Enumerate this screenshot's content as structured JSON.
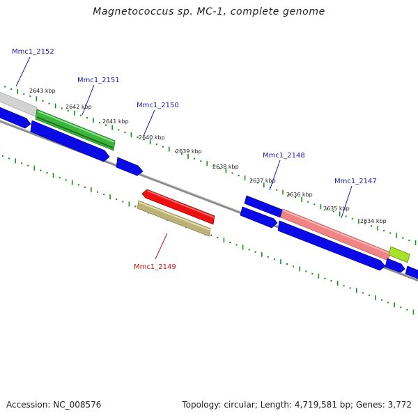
{
  "title": "Magnetococcus sp. MC-1, complete genome",
  "footer": {
    "accession": "Accession: NC_008576",
    "summary": "Topology: circular; Length: 4,719,581 bp; Genes: 3,772"
  },
  "colors": {
    "backbone": "#808080",
    "tick": "#1f8a1f",
    "blue_gene": "#0a0ae6",
    "label_blue": "#1a1aa8",
    "label_red": "#cc1111"
  },
  "scale_labels": [
    "2643 kbp",
    "2642 kbp",
    "2641 kbp",
    "2640 kbp",
    "2639 kbp",
    "2638 kbp",
    "2637 kbp",
    "2636 kbp",
    "2635 kbp",
    "2634 kbp"
  ],
  "genes": [
    {
      "name": "Mmc1_2152",
      "color": "#d0d0d0",
      "label_color": "#1a1aa8"
    },
    {
      "name": "Mmc1_2151",
      "color": "#3cb43c",
      "label_color": "#1a1aa8"
    },
    {
      "name": "Mmc1_2150",
      "color": "#0a0ae6",
      "label_color": "#1a1aa8"
    },
    {
      "name": "Mmc1_2149",
      "color": "#b4aa6e",
      "label_color": "#cc1111"
    },
    {
      "name": "Mmc1_2148",
      "color": "#0a0ae6",
      "label_color": "#1a1aa8"
    },
    {
      "name": "Mmc1_2147",
      "color": "#f08080",
      "label_color": "#1a1aa8"
    }
  ]
}
